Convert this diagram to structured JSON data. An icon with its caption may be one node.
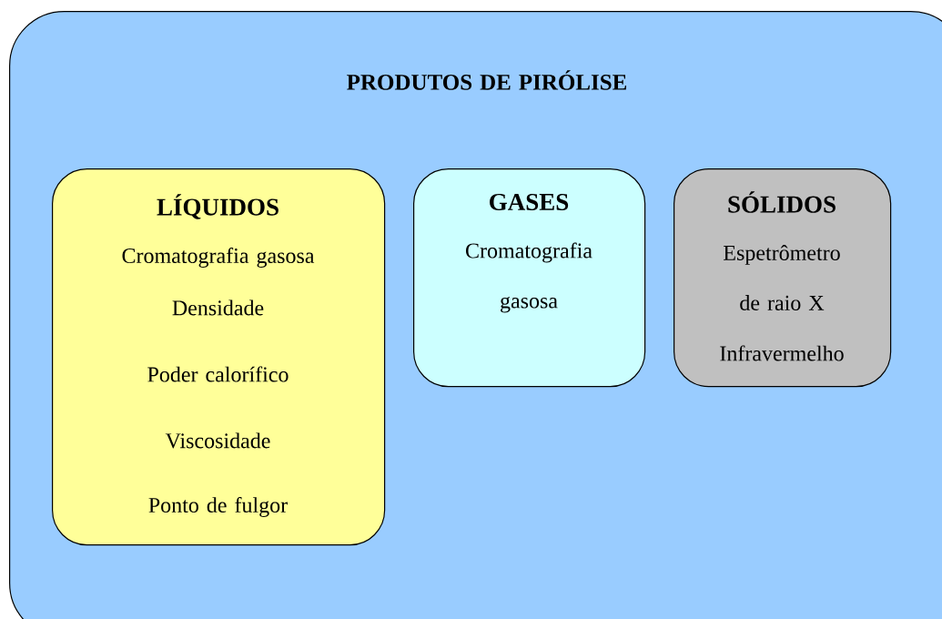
{
  "diagram": {
    "nodes": [
      {
        "text": [
          "PRODUTOS DE PIRÓLISE"
        ]
      },
      {
        "text": [
          "LÍQUIDOS",
          "Cromatografia gasosa",
          "Densidade",
          "Poder calorífico",
          "Viscosidade",
          "Ponto de fulgor"
        ],
        "in": 0
      },
      {
        "text": [
          "GASES",
          "Cromatografia gasosa"
        ],
        "in": 0
      },
      {
        "text": [
          "SÓLIDOS",
          "Espetrômetro de raio X",
          "Infravermelho"
        ],
        "in": 0
      }
    ]
  }
}
